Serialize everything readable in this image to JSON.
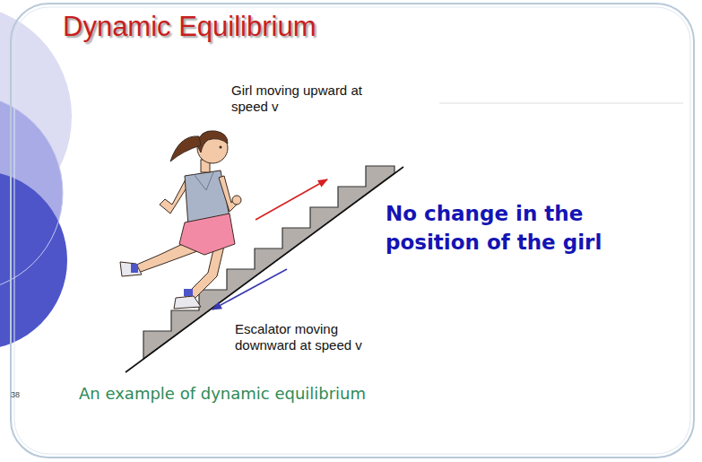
{
  "diagram": {
    "title": "Dynamic Equilibrium",
    "caption": "An example of dynamic equilibrium",
    "labels": [
      "Girl moving upward at speed v",
      "Escalator moving downward at speed v",
      "No change in the position of the girl",
      "38"
    ]
  }
}
